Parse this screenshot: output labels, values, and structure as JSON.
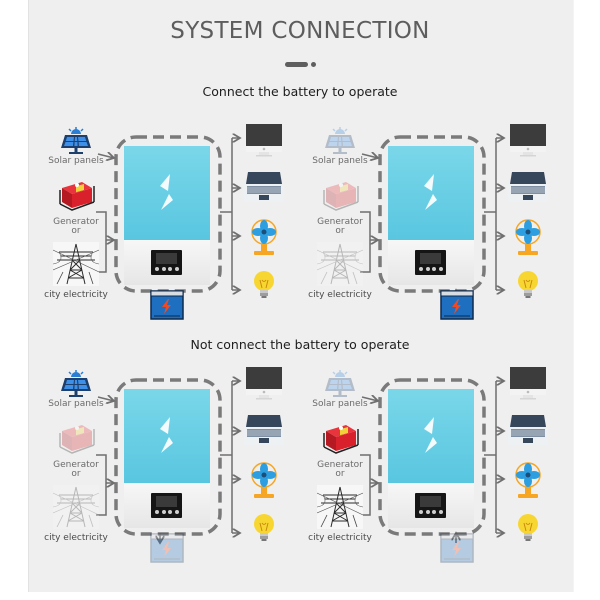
{
  "header": {
    "title": "SYSTEM CONNECTION",
    "decoration": "bar-dot"
  },
  "sections": [
    {
      "heading": "Connect the battery to operate"
    },
    {
      "heading": "Not connect the battery to operate"
    }
  ],
  "labels": {
    "solar": "Solar panels",
    "generator_line1": "Generator",
    "generator_line2": "or",
    "city": "city electricity"
  },
  "diagrams": [
    {
      "id": "battery-all-sources",
      "solar_active": true,
      "generator_active": true,
      "city_active": true,
      "battery_active": true,
      "battery_flow": "to-battery"
    },
    {
      "id": "battery-only",
      "solar_active": false,
      "generator_active": false,
      "city_active": false,
      "battery_active": true,
      "battery_flow": "from-battery"
    },
    {
      "id": "solar-only",
      "solar_active": true,
      "generator_active": false,
      "city_active": false,
      "battery_active": false,
      "battery_flow": "to-battery"
    },
    {
      "id": "grid-or-generator-only",
      "solar_active": false,
      "generator_active": true,
      "city_active": true,
      "battery_active": false,
      "battery_flow": "from-battery"
    }
  ],
  "loads": [
    "desktop-monitor",
    "laptop",
    "electric-fan",
    "light-bulb"
  ],
  "colors": {
    "panel_bg": "#efefef",
    "inverter_blue": "#5fc9e2",
    "connector_gray": "#6f6f6f",
    "battery_blue": "#1f6fc0",
    "generator_red": "#d9212b",
    "bulb_yellow": "#f8d631",
    "fan_blue": "#2d9ee0",
    "fan_orange": "#f6a623"
  }
}
